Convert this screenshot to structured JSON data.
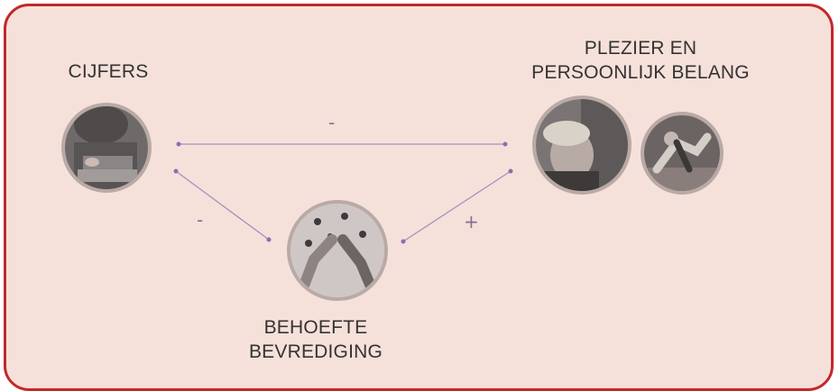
{
  "nodes": {
    "grades": {
      "label": "CIJFERS"
    },
    "enjoyment": {
      "label_line1": "PLEZIER EN",
      "label_line2": "PERSOONLIJK BELANG"
    },
    "needs": {
      "label_line1": "BEHOEFTE",
      "label_line2": "BEVREDIGING"
    }
  },
  "edges": {
    "grades_to_enjoyment": "-",
    "grades_to_needs": "-",
    "needs_to_enjoyment": "+"
  },
  "colors": {
    "background": "#f6e1da",
    "border": "#c4272b",
    "connector": "#a48fc0",
    "text": "#333333"
  },
  "icons": [
    "student-writing-photo",
    "smiling-woman-photo",
    "exercising-woman-photo",
    "climbing-high-five-photo"
  ]
}
